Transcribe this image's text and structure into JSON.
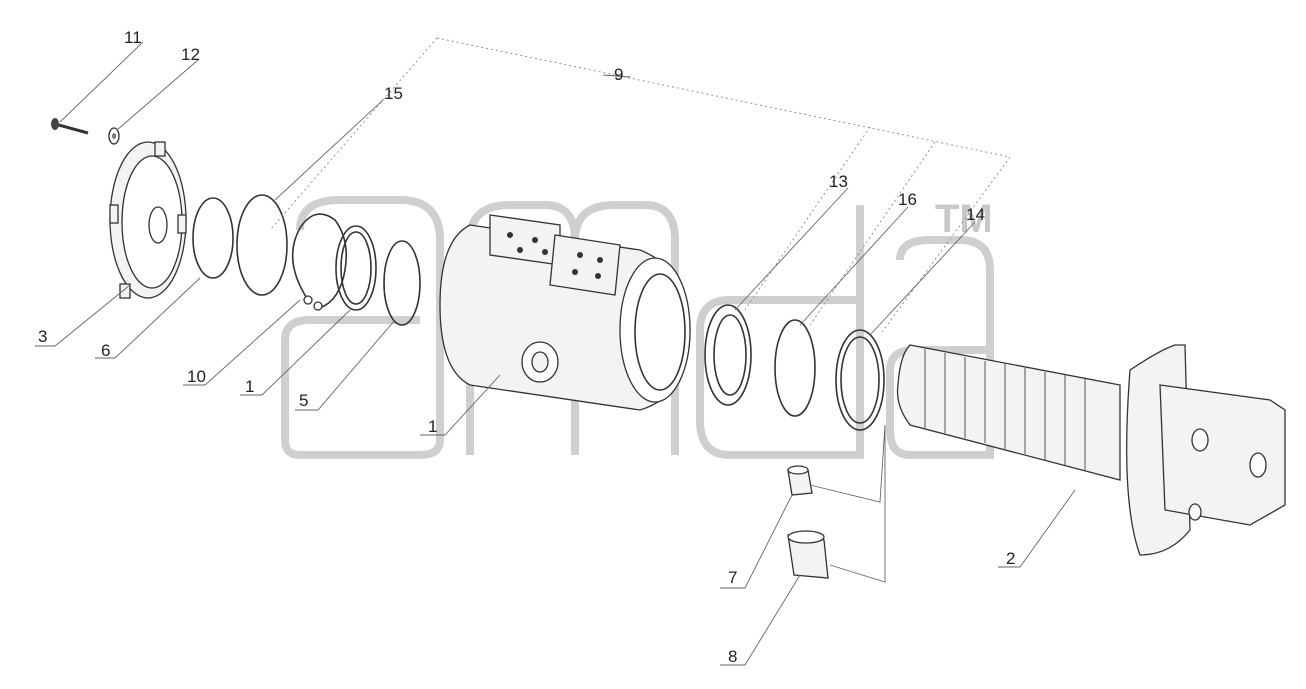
{
  "diagram": {
    "callouts": [
      {
        "id": "11",
        "text": "11"
      },
      {
        "id": "12",
        "text": "12"
      },
      {
        "id": "15",
        "text": "15"
      },
      {
        "id": "9",
        "text": "9"
      },
      {
        "id": "13",
        "text": "13"
      },
      {
        "id": "16",
        "text": "16"
      },
      {
        "id": "14",
        "text": "14"
      },
      {
        "id": "3",
        "text": "3"
      },
      {
        "id": "6",
        "text": "6"
      },
      {
        "id": "10",
        "text": "10"
      },
      {
        "id": "1a",
        "text": "1"
      },
      {
        "id": "5",
        "text": "5"
      },
      {
        "id": "1b",
        "text": "1"
      },
      {
        "id": "7",
        "text": "7"
      },
      {
        "id": "8",
        "text": "8"
      },
      {
        "id": "2",
        "text": "2"
      }
    ],
    "trademark": "TM"
  }
}
